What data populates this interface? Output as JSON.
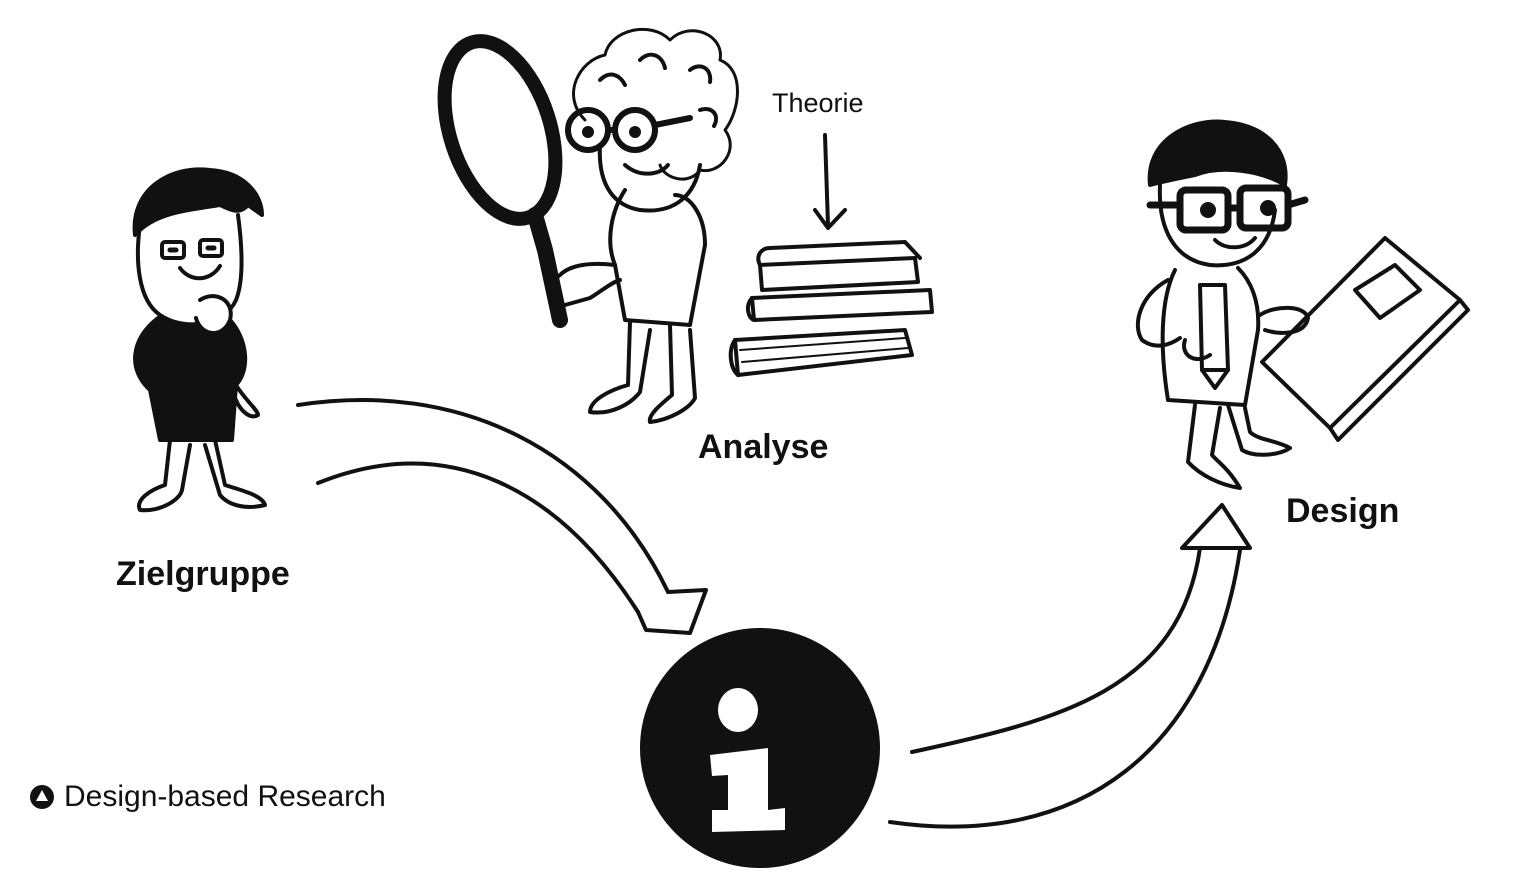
{
  "labels": {
    "theorie": "Theorie",
    "analyse": "Analyse",
    "zielgruppe": "Zielgruppe",
    "design": "Design"
  },
  "caption": {
    "text": "Design-based Research"
  },
  "icons": {
    "center": "info-icon",
    "caption_bullet": "triangle-circle-icon"
  },
  "colors": {
    "ink": "#111111",
    "background": "#ffffff"
  }
}
